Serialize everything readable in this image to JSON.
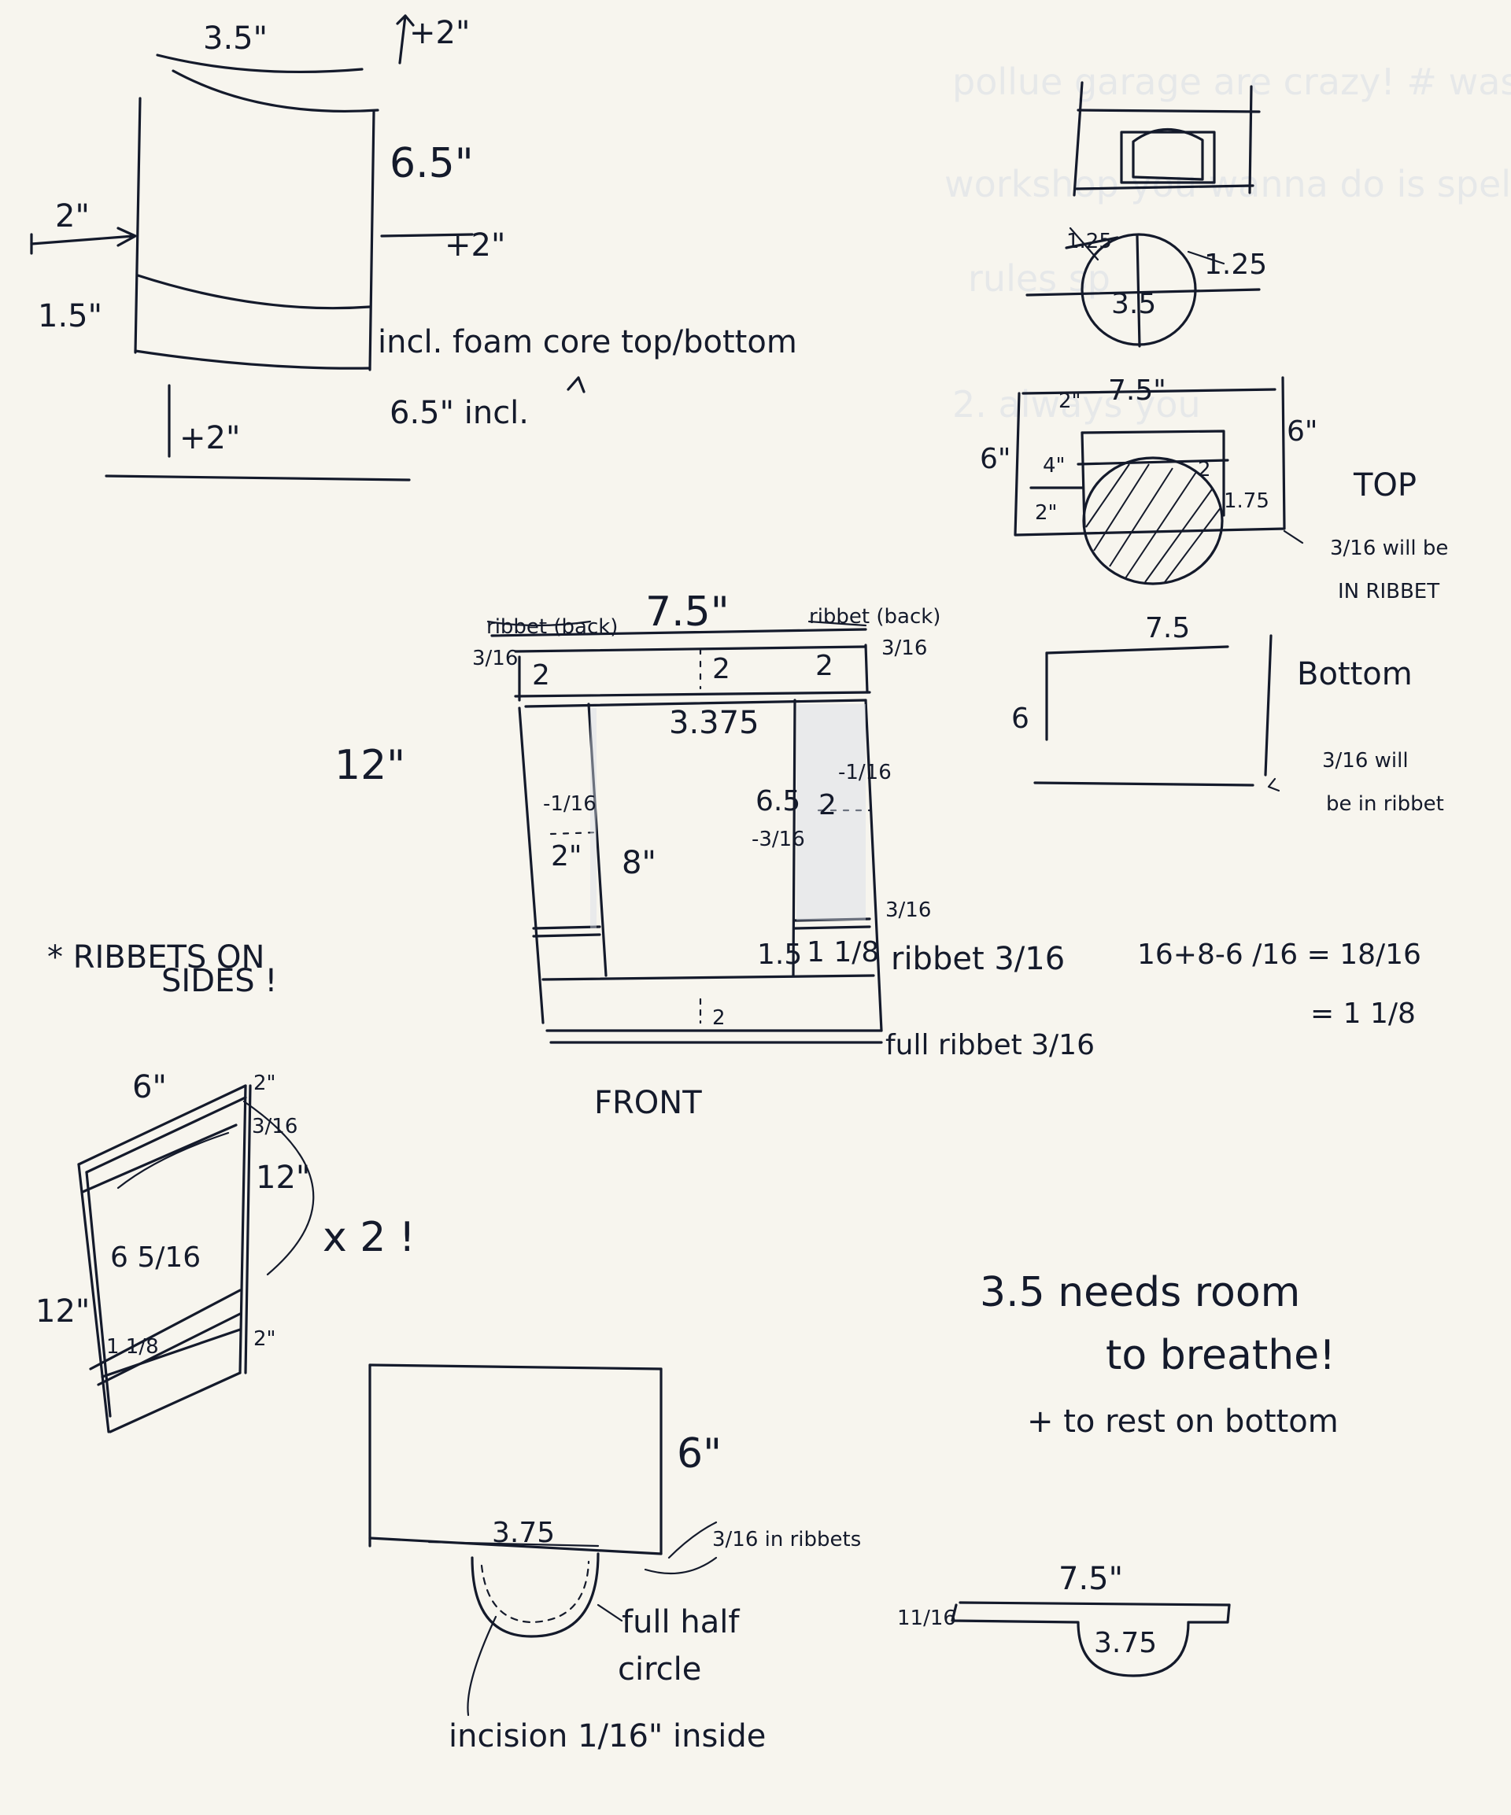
{
  "bleed_through": [
    "pollue garage are crazy! # was your",
    "workshop you wanna do is spell pack",
    "rules sp",
    "2. always you"
  ],
  "sketch_top_left": {
    "top_width": "3.5\"",
    "top_arrow": "+2\"",
    "height": "6.5\"",
    "left_depth": "2\"",
    "right_offset": "+2\"",
    "band": "1.5\"",
    "note": "incl. foam core top/bottom",
    "bottom_left": "+2\"",
    "bottom_right": "6.5\" incl."
  },
  "sketch_cd": {
    "left_label": "1.25",
    "right_label": "1.25",
    "center_label": "3.5"
  },
  "sketch_top": {
    "title": "TOP",
    "width": "7.5\"",
    "left_height": "6\"",
    "right_height": "6\"",
    "inner_top": "2\"",
    "inner_width": "4\"",
    "inner_bottom": "2\"",
    "inner_right": "1.75",
    "small_mark": "2",
    "note_line1": "3/16 will be",
    "note_line2": "IN RIBBET"
  },
  "sketch_front": {
    "title": "FRONT",
    "width": "7.5\"",
    "ribbet_left": "ribbet (back)",
    "ribbet_right": "ribbet (back)",
    "left_316": "3/16",
    "right_316": "3/16",
    "top_left": "2",
    "top_mid": "2",
    "top_right": "2",
    "center_width": "3.375",
    "height": "12\"",
    "left_minus": "-1/16",
    "left_two": "2\"",
    "center_eight": "8\"",
    "right_sixfive": "6.5",
    "right_minus": "-3/16",
    "right_minus_top": "-1/16",
    "right_two": "2",
    "right_316_low": "3/16",
    "shelf_left": "1.5",
    "shelf_right": "1 1/8",
    "ribbet_note": "ribbet 3/16",
    "bottom_mid": "2",
    "full_ribbet": "full ribbet 3/16"
  },
  "sketch_bottom": {
    "title": "Bottom",
    "width": "7.5",
    "height": "6",
    "note_line1": "3/16 will",
    "note_line2": "be in ribbet"
  },
  "equation": {
    "line1": "16+8-6 /16 = 18/16",
    "line2": "= 1 1/8"
  },
  "ribbets_note": {
    "line1": "* RIBBETS ON",
    "line2": "SIDES !"
  },
  "sketch_side": {
    "top_width": "6\"",
    "top_right": "2\"",
    "right_316": "3/16",
    "right_height": "12\"",
    "left_height": "12\"",
    "inner": "6 5/16",
    "lower_inner": "1 1/8",
    "bottom_right": "2\"",
    "times_two": "x 2 !"
  },
  "breathe_note": {
    "line1": "3.5 needs room",
    "line2": "to breathe!",
    "line3": "+ to rest on bottom"
  },
  "sketch_lower": {
    "height": "6\"",
    "width": "3.75",
    "note": "3/16 in ribbets",
    "half_circle_line1": "full half",
    "half_circle_line2": "circle",
    "incision": "incision 1/16\" inside"
  },
  "sketch_lower_right": {
    "width": "7.5\"",
    "left": "11/16",
    "center": "3.75"
  }
}
